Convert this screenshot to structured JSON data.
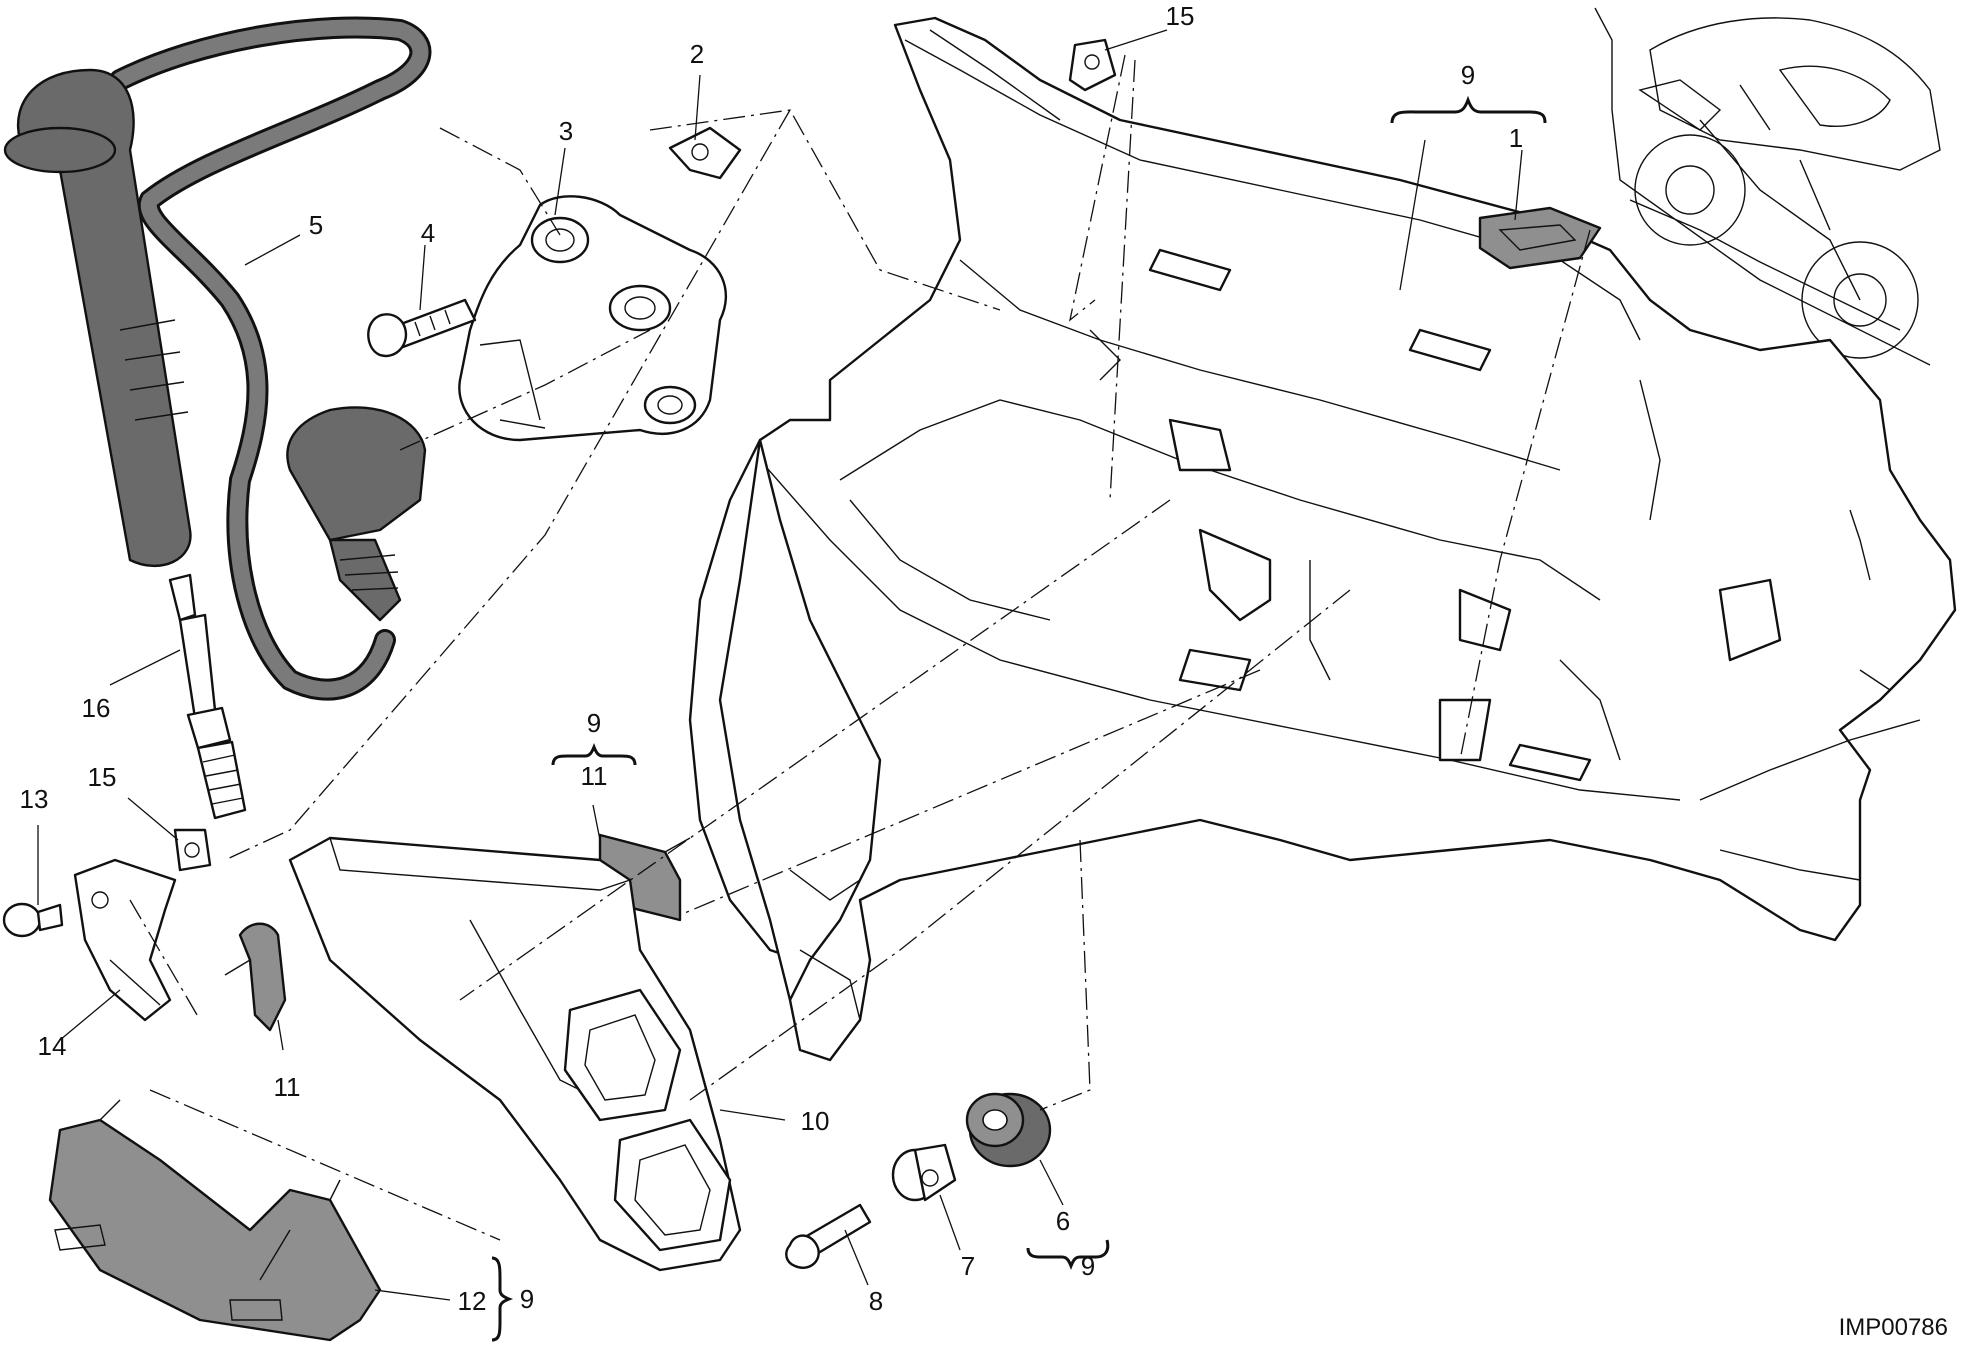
{
  "diagram_ref": "IMP00786",
  "callouts": {
    "c1": "1",
    "c2": "2",
    "c3": "3",
    "c4": "4",
    "c5": "5",
    "c6": "6",
    "c7": "7",
    "c8": "8",
    "c9_top": "9",
    "c9_mid": "9",
    "c9_bottom": "9",
    "c9_right": "9",
    "c10": "10",
    "c11_mid": "11",
    "c11_left": "11",
    "c12": "12",
    "c13": "13",
    "c14": "14",
    "c15_top": "15",
    "c15_left": "15",
    "c16": "16"
  }
}
